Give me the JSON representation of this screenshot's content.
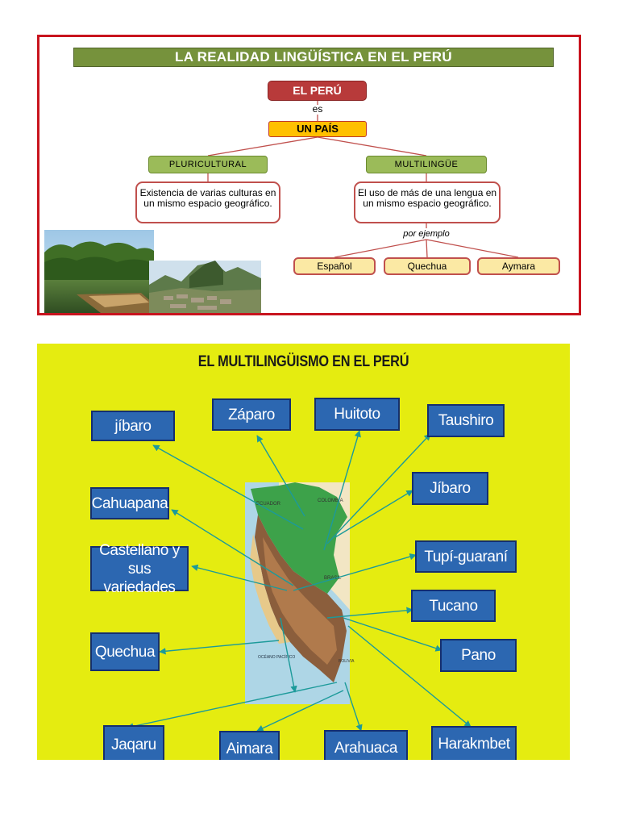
{
  "panel1": {
    "title": "LA REALIDAD LINGÜÍSTICA EN EL PERÚ",
    "root": "EL PERÚ",
    "connector": "es",
    "country": "UN PAÍS",
    "branch_left": "PLURICULTURAL",
    "branch_right": "MULTILINGÜE",
    "desc_left": "Existencia de varias culturas en un mismo espacio geográfico.",
    "desc_right": "El uso de más de una lengua en un mismo espacio geográfico.",
    "example_label": "por ejemplo",
    "examples": [
      "Español",
      "Quechua",
      "Aymara"
    ],
    "colors": {
      "border": "#c8141e",
      "title_bg": "#76923c",
      "root_bg": "#b83a3a",
      "country_bg": "#ffc000",
      "branch_bg": "#9bbb59",
      "example_bg": "#fbe9a4"
    }
  },
  "panel2": {
    "title": "EL MULTILINGÜISMO EN EL PERÚ",
    "languages": {
      "jibaro_a": "jíbaro",
      "zaparo": "Záparo",
      "huitoto": "Huitoto",
      "taushiro": "Taushiro",
      "jibaro_b": "Jíbaro",
      "cahuapana": "Cahuapana",
      "castellano": "Castellano y sus variedades",
      "tupi": "Tupí-guaraní",
      "tucano": "Tucano",
      "quechua": "Quechua",
      "pano": "Pano",
      "jaqaru": "Jaqaru",
      "aimara": "Aimara",
      "arahuaca": "Arahuaca",
      "harakmbet": "Harakmbet"
    },
    "map_labels": {
      "ecuador": "ECUADOR",
      "colombia": "COLOMBIA",
      "brasil": "BRASIL",
      "bolivia": "BOLIVIA",
      "ocean": "OCÉANO PACÍFICO"
    },
    "colors": {
      "background": "#e5ec10",
      "box_bg": "#2c67b1",
      "box_border": "#152f6e",
      "arrow": "#1c9a9a"
    }
  }
}
